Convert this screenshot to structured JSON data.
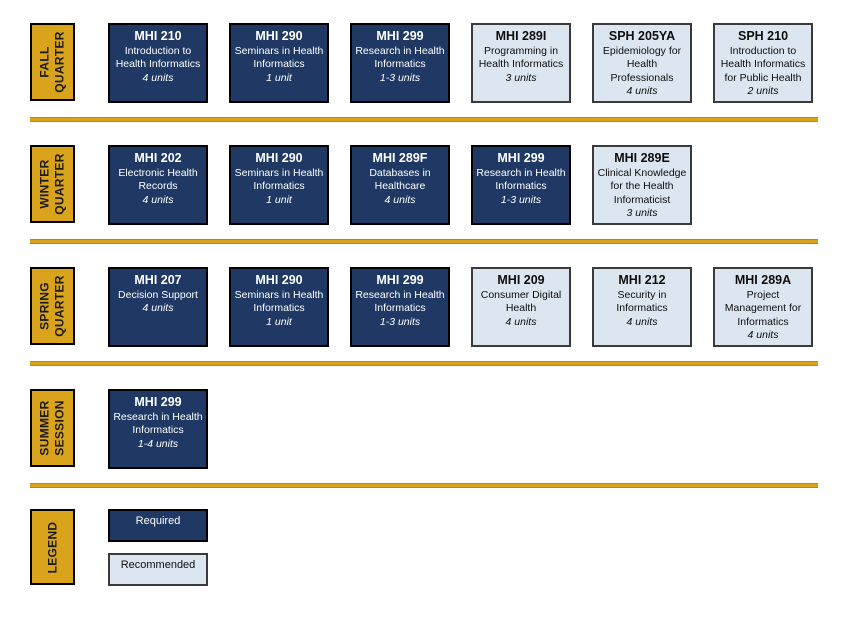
{
  "colors": {
    "required_bg": "#1F3864",
    "recommended_bg": "#DCE6F1",
    "gold": "#D9A41C"
  },
  "legend": {
    "label": "LEGEND",
    "required_label": "Required",
    "recommended_label": "Recommended"
  },
  "rows": [
    {
      "key": "fall-quarter",
      "label_lines": [
        "FALL",
        "QUARTER"
      ],
      "separator_after": true,
      "courses": [
        {
          "code": "MHI 210",
          "title": "Introduction to Health Informatics",
          "units": "4 units",
          "type": "required"
        },
        {
          "code": "MHI 290",
          "title": "Seminars in Health Informatics",
          "units": "1 unit",
          "type": "required"
        },
        {
          "code": "MHI 299",
          "title": "Research in Health Informatics",
          "units": "1-3 units",
          "type": "required"
        },
        {
          "code": "MHI 289I",
          "title": "Programming in Health Informatics",
          "units": "3 units",
          "type": "recommended"
        },
        {
          "code": "SPH 205YA",
          "title": "Epidemiology for Health Professionals",
          "units": "4 units",
          "type": "recommended"
        },
        {
          "code": "SPH 210",
          "title": "Introduction to Health Informatics for Public Health",
          "units": "2 units",
          "type": "recommended"
        }
      ]
    },
    {
      "key": "winter-quarter",
      "label_lines": [
        "WINTER",
        "QUARTER"
      ],
      "separator_after": true,
      "courses": [
        {
          "code": "MHI 202",
          "title": "Electronic Health Records",
          "units": "4 units",
          "type": "required"
        },
        {
          "code": "MHI 290",
          "title": "Seminars in Health Informatics",
          "units": "1 unit",
          "type": "required"
        },
        {
          "code": "MHI 289F",
          "title": "Databases in Healthcare",
          "units": "4 units",
          "type": "required"
        },
        {
          "code": "MHI 299",
          "title": "Research in Health Informatics",
          "units": "1-3 units",
          "type": "required"
        },
        {
          "code": "MHI 289E",
          "title": "Clinical Knowledge for the Health Informaticist",
          "units": "3 units",
          "type": "recommended"
        }
      ]
    },
    {
      "key": "spring-quarter",
      "label_lines": [
        "SPRING",
        "QUARTER"
      ],
      "separator_after": true,
      "courses": [
        {
          "code": "MHI 207",
          "title": "Decision Support",
          "units": "4 units",
          "type": "required"
        },
        {
          "code": "MHI 290",
          "title": "Seminars in Health Informatics",
          "units": "1 unit",
          "type": "required"
        },
        {
          "code": "MHI 299",
          "title": "Research in Health Informatics",
          "units": "1-3 units",
          "type": "required"
        },
        {
          "code": "MHI 209",
          "title": "Consumer Digital Health",
          "units": "4 units",
          "type": "recommended"
        },
        {
          "code": "MHI 212",
          "title": "Security in Informatics",
          "units": "4 units",
          "type": "recommended"
        },
        {
          "code": "MHI 289A",
          "title": "Project Management for Informatics",
          "units": "4 units",
          "type": "recommended"
        }
      ]
    },
    {
      "key": "summer-session",
      "label_lines": [
        "SUMMER",
        "SESSION"
      ],
      "separator_after": true,
      "courses": [
        {
          "code": "MHI 299",
          "title": "Research in Health Informatics",
          "units": "1-4 units",
          "type": "required"
        }
      ]
    }
  ]
}
